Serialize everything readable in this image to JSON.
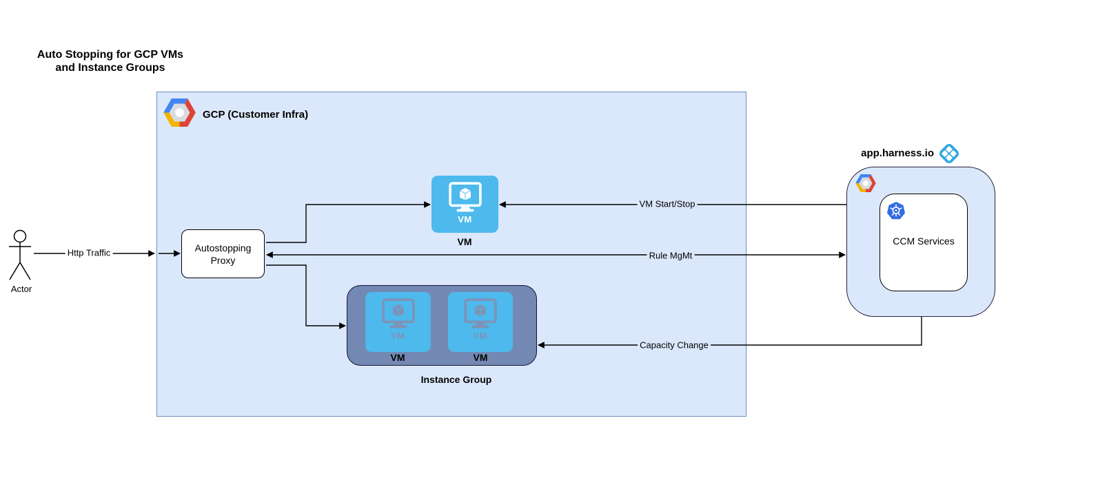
{
  "title": {
    "line1": "Auto Stopping for GCP VMs",
    "line2": "and Instance Groups"
  },
  "actor": {
    "label": "Actor"
  },
  "gcp": {
    "label": "GCP (Customer Infra)"
  },
  "proxy": {
    "line1": "Autostopping",
    "line2": "Proxy"
  },
  "vm": {
    "icon_text": "VM",
    "caption": "VM"
  },
  "instance_group": {
    "caption": "Instance Group",
    "vms": [
      {
        "icon_text": "VM",
        "caption": "VM"
      },
      {
        "icon_text": "VM",
        "caption": "VM"
      }
    ]
  },
  "harness": {
    "label": "app.harness.io",
    "ccm_label": "CCM Services"
  },
  "edges": {
    "http_traffic": "Http Traffic",
    "vm_start_stop": "VM Start/Stop",
    "rule_mgmt": "Rule MgMt",
    "capacity_change": "Capacity Change"
  },
  "icons": {
    "gcp_logo": "gcp-hexagon-logo",
    "harness_logo": "harness-diamond-logo",
    "kubernetes": "kubernetes-wheel",
    "vm": "monitor-with-cube",
    "actor": "stick-figure"
  },
  "colors": {
    "container_fill": "#dbe8fc",
    "gcp_border": "#6c8ebf",
    "vm_blue": "#4db9ec",
    "instance_group_fill": "#7389b3",
    "kubernetes_blue": "#326ce5",
    "harness_logo_blue": "#35a7e0",
    "gcp_logo_blue": "#4285f4",
    "gcp_logo_red": "#db4437",
    "gcp_logo_yellow": "#f4b400",
    "line_color": "#000000"
  }
}
